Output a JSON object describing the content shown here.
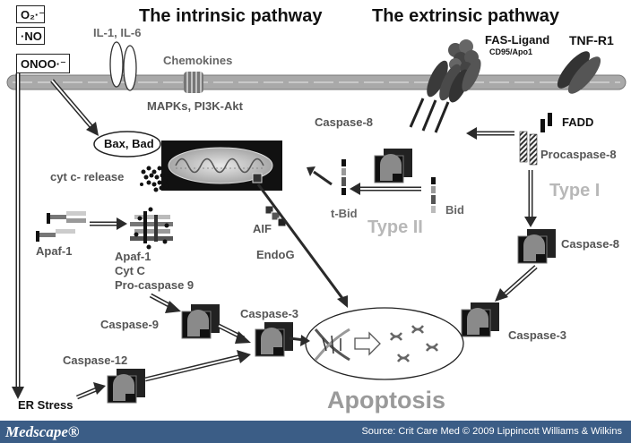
{
  "headings": {
    "intrinsic": "The intrinsic pathway",
    "extrinsic": "The extrinsic pathway"
  },
  "ros": {
    "superoxide": "O₂·⁻",
    "nitric_oxide": "·NO",
    "peroxynitrite": "ONOO·⁻"
  },
  "labels": {
    "il": "IL-1, IL-6",
    "chemokines": "Chemokines",
    "mapks": "MAPKs, PI3K-Akt",
    "fas_ligand": "FAS-Ligand",
    "cd95": "CD95/Apo1",
    "tnf_r1": "TNF-R1",
    "bax_bad": "Bax, Bad",
    "caspase8_upper": "Caspase-8",
    "fadd": "FADD",
    "procaspase8": "Procaspase-8",
    "cytc_release": "cyt c- release",
    "type1": "Type I",
    "type2": "Type II",
    "tbid": "t-Bid",
    "bid": "Bid",
    "aif": "AIF",
    "endog": "EndoG",
    "apaf1": "Apaf-1",
    "apaf1_b": "Apaf-1",
    "cytc": "Cyt C",
    "procaspase9": "Pro-caspase 9",
    "caspase8_lower": "Caspase-8",
    "caspase9": "Caspase-9",
    "caspase3_mid": "Caspase-3",
    "caspase3_right": "Caspase-3",
    "caspase12": "Caspase-12",
    "er_stress": "ER Stress",
    "apoptosis": "Apoptosis"
  },
  "footer": {
    "brand": "Medscape®",
    "source": "Source: Crit Care Med © 2009 Lippincott Williams & Wilkins"
  },
  "colors": {
    "membrane": "#a9a9a9",
    "arrow": "#3a3a3a",
    "footer_bg": "#3b5d86",
    "type_label": "#b8b8b8",
    "apoptosis_label": "#9a9a9a"
  }
}
